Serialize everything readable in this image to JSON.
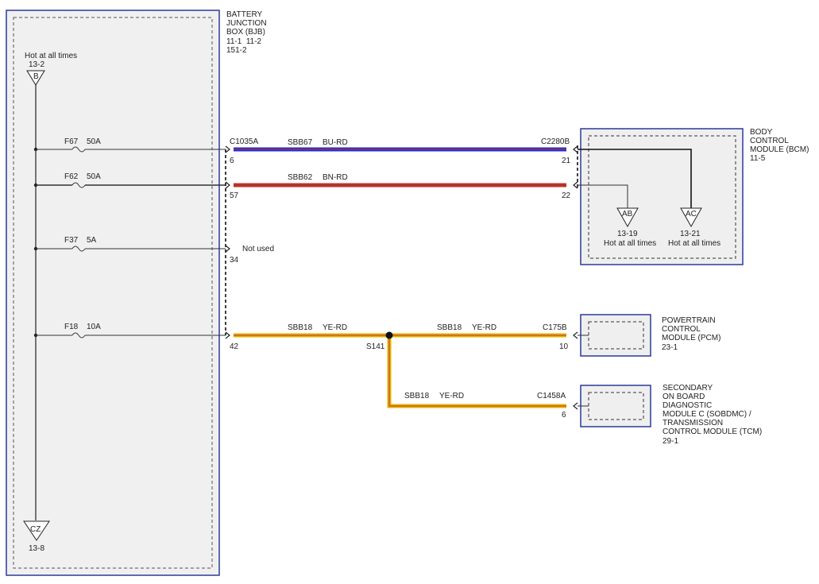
{
  "colors": {
    "bu_rd_main": "#1f2fd0",
    "bu_rd_stripe": "#d42a2a",
    "bn_rd_main": "#c83232",
    "bn_rd_stripe": "#8a3a1a",
    "ye_rd_main": "#e0b400",
    "ye_rd_stripe": "#c83232",
    "module_border": "#2c3a9a",
    "module_fill": "#efefef"
  },
  "bjb": {
    "label": [
      "BATTERY",
      "JUNCTION",
      "BOX (BJB)"
    ],
    "refs1": "11-1  11-2",
    "refs2": "151-2",
    "hot_label": "Hot at all times",
    "hot_ref": "13-2",
    "top_terminal": "B",
    "bottom_terminal": "CZ",
    "bottom_ref": "13-8"
  },
  "fuses": [
    {
      "id": "F67",
      "rating": "50A"
    },
    {
      "id": "F62",
      "rating": "50A"
    },
    {
      "id": "F37",
      "rating": "5A"
    },
    {
      "id": "F18",
      "rating": "10A"
    }
  ],
  "bjb_connector": {
    "name": "C1035A",
    "pins": [
      "6",
      "57",
      "34",
      "42"
    ]
  },
  "not_used": "Not used",
  "circuits": [
    {
      "circuit": "SBB67",
      "color": "BU-RD"
    },
    {
      "circuit": "SBB62",
      "color": "BN-RD"
    },
    {
      "circuit": "SBB18",
      "color": "YE-RD"
    },
    {
      "circuit": "SBB18",
      "color": "YE-RD"
    },
    {
      "circuit": "SBB18",
      "color": "YE-RD"
    }
  ],
  "splice": "S141",
  "bcm": {
    "label": [
      "BODY",
      "CONTROL",
      "MODULE (BCM)"
    ],
    "ref": "11-5",
    "connector": "C2280B",
    "pins": [
      "21",
      "22"
    ],
    "terminals": [
      {
        "letter": "AB",
        "ref": "13-19",
        "label": "Hot at all times"
      },
      {
        "letter": "AC",
        "ref": "13-21",
        "label": "Hot at all times"
      }
    ]
  },
  "pcm": {
    "label": [
      "POWERTRAIN",
      "CONTROL",
      "MODULE (PCM)"
    ],
    "ref": "23-1",
    "connector": "C175B",
    "pin": "10"
  },
  "tcm": {
    "label": [
      "SECONDARY",
      "ON BOARD",
      "DIAGNOSTIC",
      "MODULE C (SOBDMC) /",
      "TRANSMISSION",
      "CONTROL MODULE (TCM)"
    ],
    "ref": "29-1",
    "connector": "C1458A",
    "pin": "6"
  }
}
